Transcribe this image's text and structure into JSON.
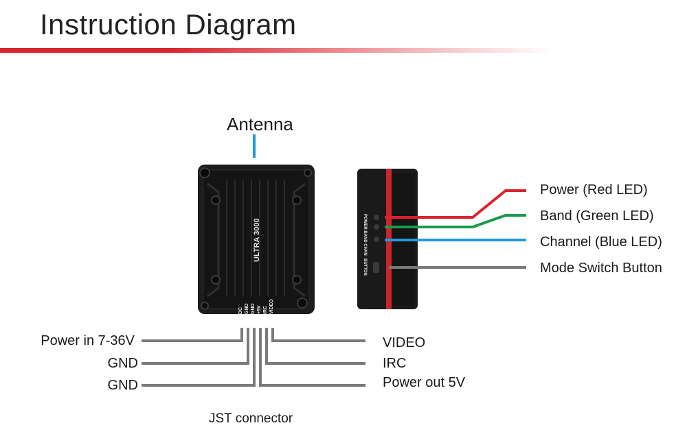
{
  "title": "Instruction Diagram",
  "antenna_label": "Antenna",
  "module": {
    "model": "ULTRA 3000",
    "pin_labels": [
      "DC",
      "GND",
      "GND",
      "+5V",
      "IRC",
      "VIDEO"
    ],
    "side_led_labels": "POWER BAND CHAN",
    "side_button_label": "BUTTON"
  },
  "right_labels": [
    {
      "text": "Power (Red LED)",
      "color": "#d9232d"
    },
    {
      "text": "Band (Green LED)",
      "color": "#1a9b4a"
    },
    {
      "text": "Channel (Blue LED)",
      "color": "#1e9ae0"
    },
    {
      "text": "Mode Switch Button",
      "color": "#7a7a7a"
    }
  ],
  "left_pins": [
    "Power in 7-36V",
    "GND",
    "GND"
  ],
  "right_pins": [
    "VIDEO",
    "IRC",
    "Power out 5V"
  ],
  "connector_label": "JST connector",
  "colors": {
    "accent_red": "#d9232d",
    "wire_gray": "#7a7a7a",
    "antenna_blue": "#1e9ae0"
  }
}
